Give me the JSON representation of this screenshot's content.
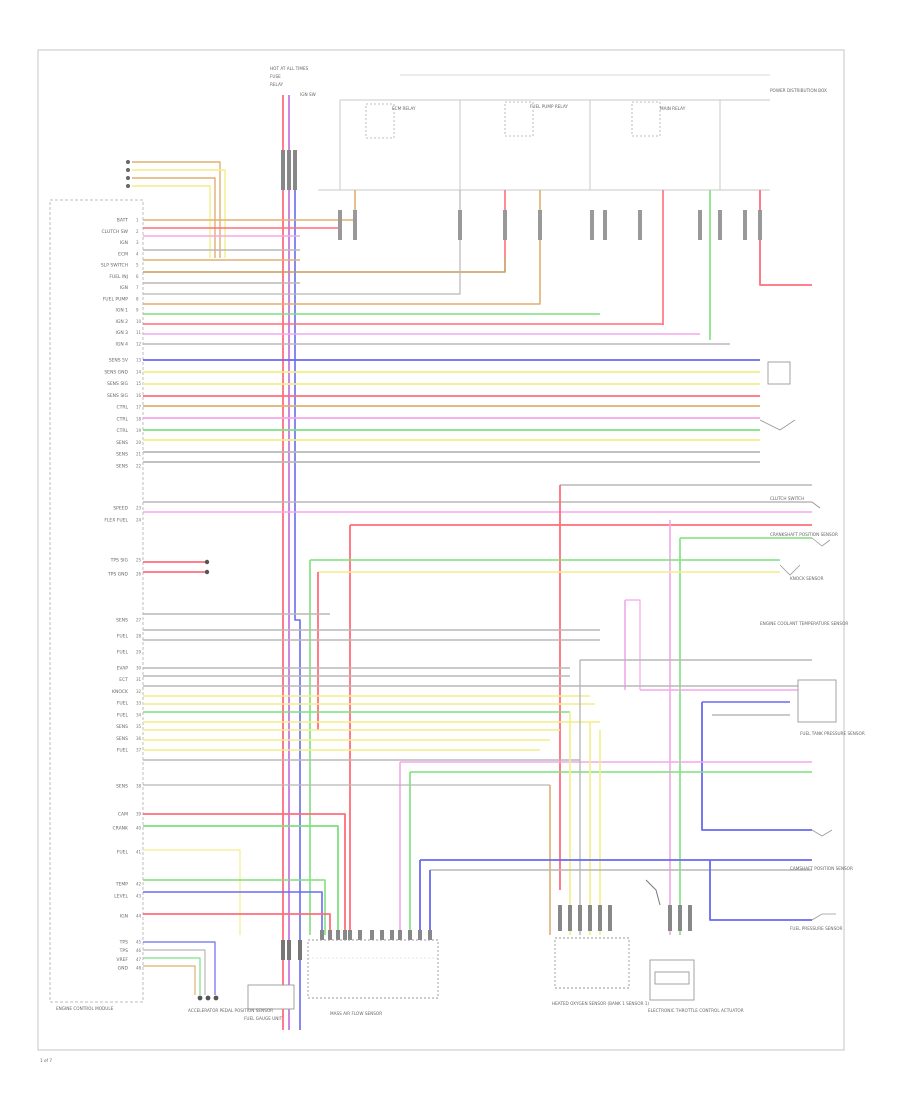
{
  "diagram": {
    "footer_tag": "1 of 7",
    "ecm_caption": "ENGINE CONTROL MODULE",
    "power_labels": [
      "HOT AT ALL TIMES",
      "FUSE",
      "RELAY"
    ],
    "left_connector_labels": [
      "BATT",
      "CLUTCH SW",
      "IGN",
      "ECM",
      "SLP SWITCH",
      "FUEL INJ",
      "IGN",
      "FUEL PUMP",
      "IGN 1",
      "IGN 2",
      "IGN 3",
      "IGN 4",
      "SENS 5V",
      "SENS GND",
      "SENS SIG",
      "SENS SIG",
      "CTRL",
      "CTRL",
      "CTRL",
      "SENS",
      "SENS",
      "SENS",
      "SPEED",
      "FLEX FUEL",
      "TPS SIG",
      "TPS GND",
      "SENS",
      "FUEL",
      "FUEL",
      "EVAP",
      "ECT",
      "KNOCK",
      "FUEL",
      "FUEL",
      "SENS",
      "SENS",
      "FUEL",
      "SENS",
      "CAM",
      "CRANK",
      "FUEL",
      "TEMP",
      "LEVEL",
      "IGN",
      "TPS",
      "TPS",
      "VREF",
      "GND"
    ],
    "bottom_components": [
      {
        "label": "ACCELERATOR PEDAL POSITION SENSOR"
      },
      {
        "label": "FUEL GAUGE UNIT"
      },
      {
        "label": "MASS AIR FLOW SENSOR"
      },
      {
        "label": "HEATED OXYGEN SENSOR (BANK 1 SENSOR 1)"
      },
      {
        "label": "ELECTRONIC THROTTLE CONTROL ACTUATOR"
      }
    ],
    "right_components": [
      {
        "label": "CLUTCH SWITCH"
      },
      {
        "label": "CRANKSHAFT POSITION SENSOR"
      },
      {
        "label": "KNOCK SENSOR"
      },
      {
        "label": "ENGINE COOLANT TEMPERATURE SENSOR"
      },
      {
        "label": "FUEL TANK PRESSURE SENSOR"
      },
      {
        "label": "CAMSHAFT POSITION SENSOR"
      },
      {
        "label": "FUEL PRESSURE SENSOR"
      }
    ],
    "top_components": [
      {
        "label": "IGN SW"
      },
      {
        "label": "ECM RELAY"
      },
      {
        "label": "FUEL PUMP RELAY"
      },
      {
        "label": "MAIN RELAY"
      },
      {
        "label": "POWER DISTRIBUTION BOX"
      }
    ],
    "wire_colors": {
      "red": "#ff6e7a",
      "orange": "#e0b070",
      "green": "#7fe07f",
      "yellow": "#f2ee8a",
      "blue": "#6a6af0",
      "purple": "#c67be0",
      "gray": "#b8b8b8",
      "pink": "#f2a8e8",
      "brown": "#c89a5a"
    }
  }
}
